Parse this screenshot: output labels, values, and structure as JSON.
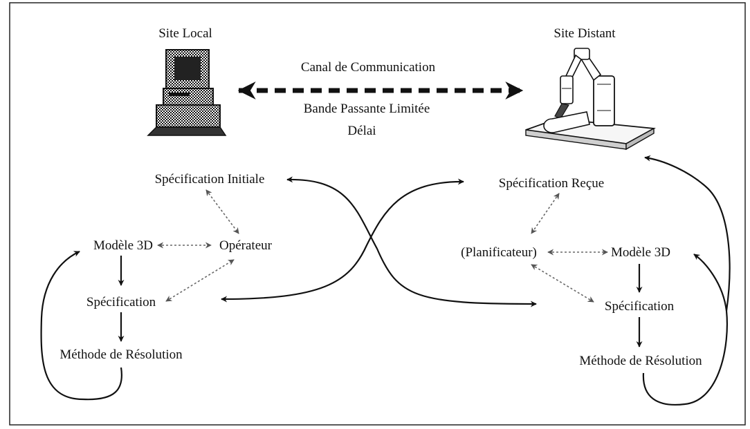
{
  "site_local": "Site Local",
  "site_distant": "Site Distant",
  "channel": {
    "name": "Canal de Communication",
    "bandwidth": "Bande Passante Limitée",
    "delay": "Délai"
  },
  "local": {
    "spec_initiale": "Spécification Initiale",
    "modele3d": "Modèle 3D",
    "operateur": "Opérateur",
    "specification": "Spécification",
    "methode": "Méthode de Résolution"
  },
  "distant": {
    "spec_recue": "Spécification Reçue",
    "planificateur": "(Planificateur)",
    "modele3d": "Modèle 3D",
    "specification": "Spécification",
    "methode": "Méthode de Résolution"
  },
  "icons": {
    "computer": "computer-workstation-icon",
    "robot": "robot-arm-icon"
  }
}
